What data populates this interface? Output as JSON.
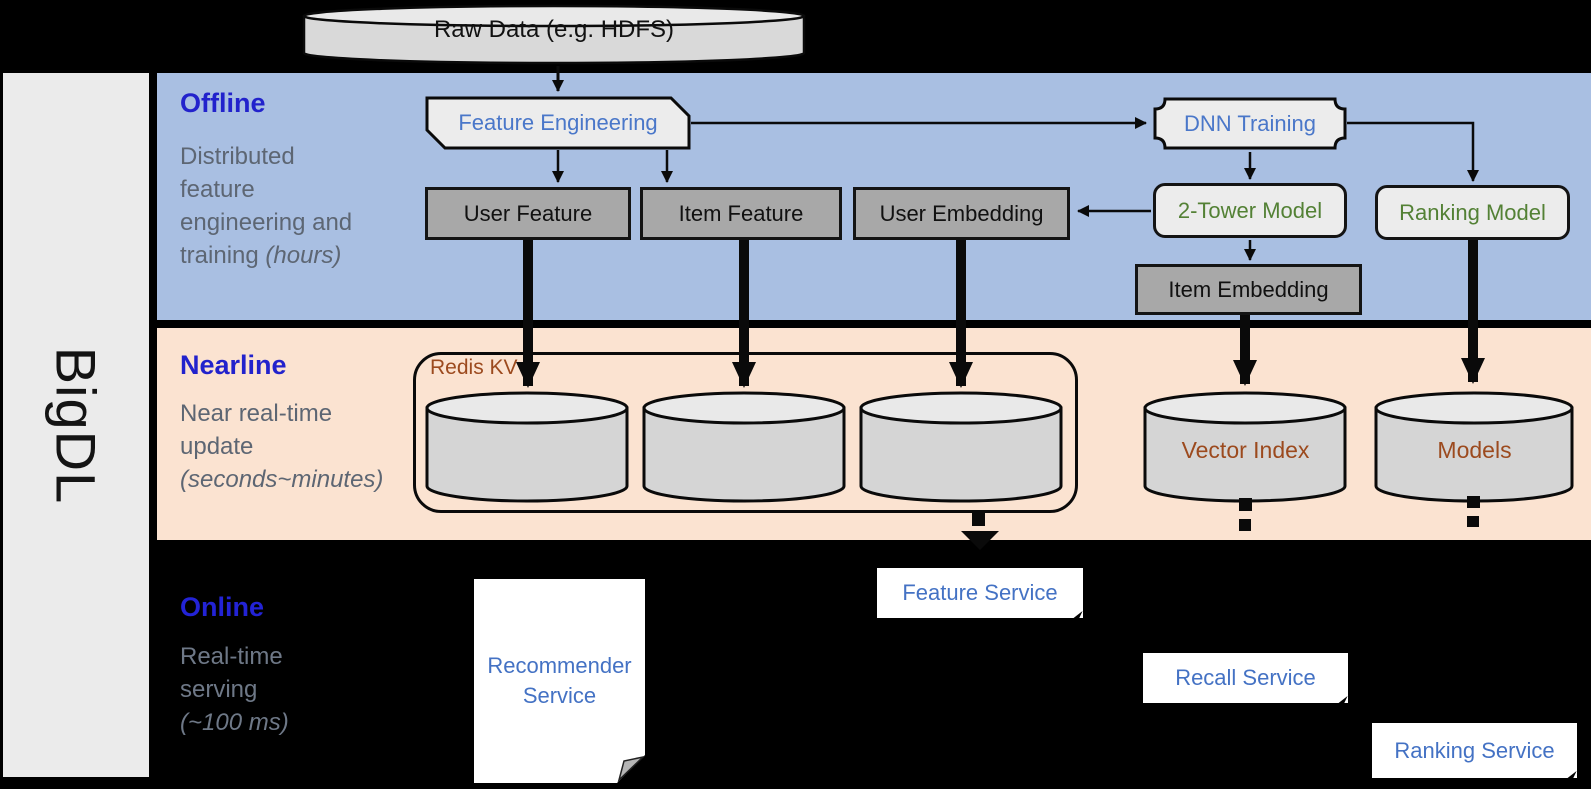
{
  "brand": {
    "label": "BigDL"
  },
  "bands": {
    "offline": {
      "title": "Offline",
      "line1": "Distributed",
      "line2": "feature",
      "line3": "engineering and",
      "line4": "training ",
      "line4_italic": "(hours)"
    },
    "nearline": {
      "title": "Nearline",
      "line1": "Near real-time",
      "line2": "update",
      "italic": "(seconds~minutes)"
    },
    "online": {
      "title": "Online",
      "line1": "Real-time",
      "line2": "serving",
      "italic": "(~100 ms)"
    }
  },
  "nodes": {
    "raw_data": "Raw Data (e.g. HDFS)",
    "feature_engineering": "Feature Engineering",
    "dnn_training": "DNN Training",
    "user_feature": "User Feature",
    "item_feature": "Item Feature",
    "user_embedding": "User Embedding",
    "two_tower_model": "2-Tower Model",
    "ranking_model": "Ranking Model",
    "item_embedding": "Item Embedding",
    "redis_kv": "Redis KV",
    "vector_index": "Vector Index",
    "models": "Models",
    "recommender_service_line1": "Recommender",
    "recommender_service_line2": "Service",
    "feature_service": "Feature Service",
    "recall_service": "Recall Service",
    "ranking_service": "Ranking Service"
  },
  "colors": {
    "band_offline": "#a9bfe2",
    "band_nearline": "#fbe3d1",
    "section_title_blue": "#2222cc",
    "description_gray": "#5d6673",
    "process_text_blue": "#4a77c9",
    "model_text_green": "#538135",
    "store_text_brown": "#9c4a1e",
    "service_text_blue": "#4472c4",
    "gray_box_fill": "#a8a8a8",
    "light_box_fill": "#ececec",
    "cylinder_body": "#d5d5d5",
    "cylinder_top": "#e9e9e9",
    "sidebar_fill": "#ebebeb"
  }
}
